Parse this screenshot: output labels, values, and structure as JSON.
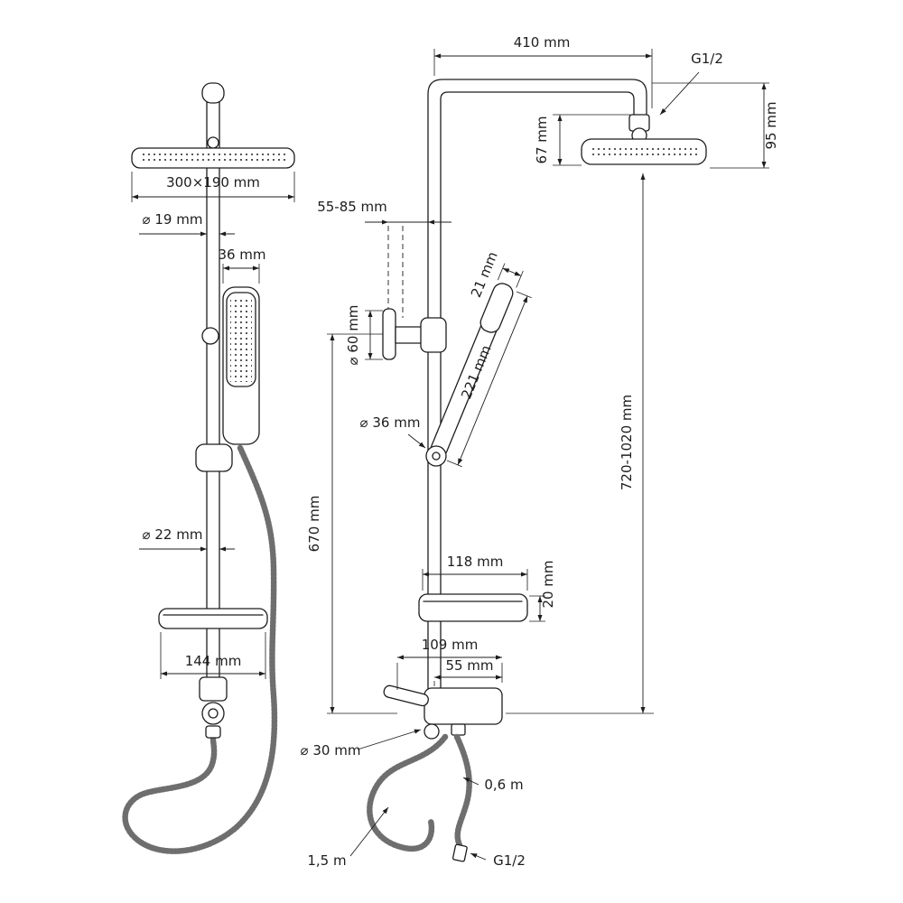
{
  "colors": {
    "ink": "#1d1d1f",
    "paper": "#ffffff",
    "hose": "#6e6e6e"
  },
  "labels": {
    "head_size": "300×190 mm",
    "pipe_diameter": "⌀ 19 mm",
    "handset_width": "36 mm",
    "lower_pipe_diameter": "⌀ 22 mm",
    "shelf_width": "144 mm",
    "arm_length": "410 mm",
    "top_thread": "G1/2",
    "head_drop": "95 mm",
    "head_height": "67 mm",
    "wall_offset": "55-85 mm",
    "bracket_diameter": "⌀ 60 mm",
    "handset_head_width": "21 mm",
    "handset_length": "221 mm",
    "holder_diameter": "⌀ 36 mm",
    "lower_column": "670 mm",
    "column_height": "720-1020 mm",
    "shelf_depth": "118 mm",
    "shelf_thickness": "20 mm",
    "mixer_width": "109 mm",
    "mixer_depth": "55 mm",
    "knob_diameter": "⌀ 30 mm",
    "hose_short": "0,6 m",
    "hose_long": "1,5 m",
    "bottom_thread": "G1/2"
  }
}
